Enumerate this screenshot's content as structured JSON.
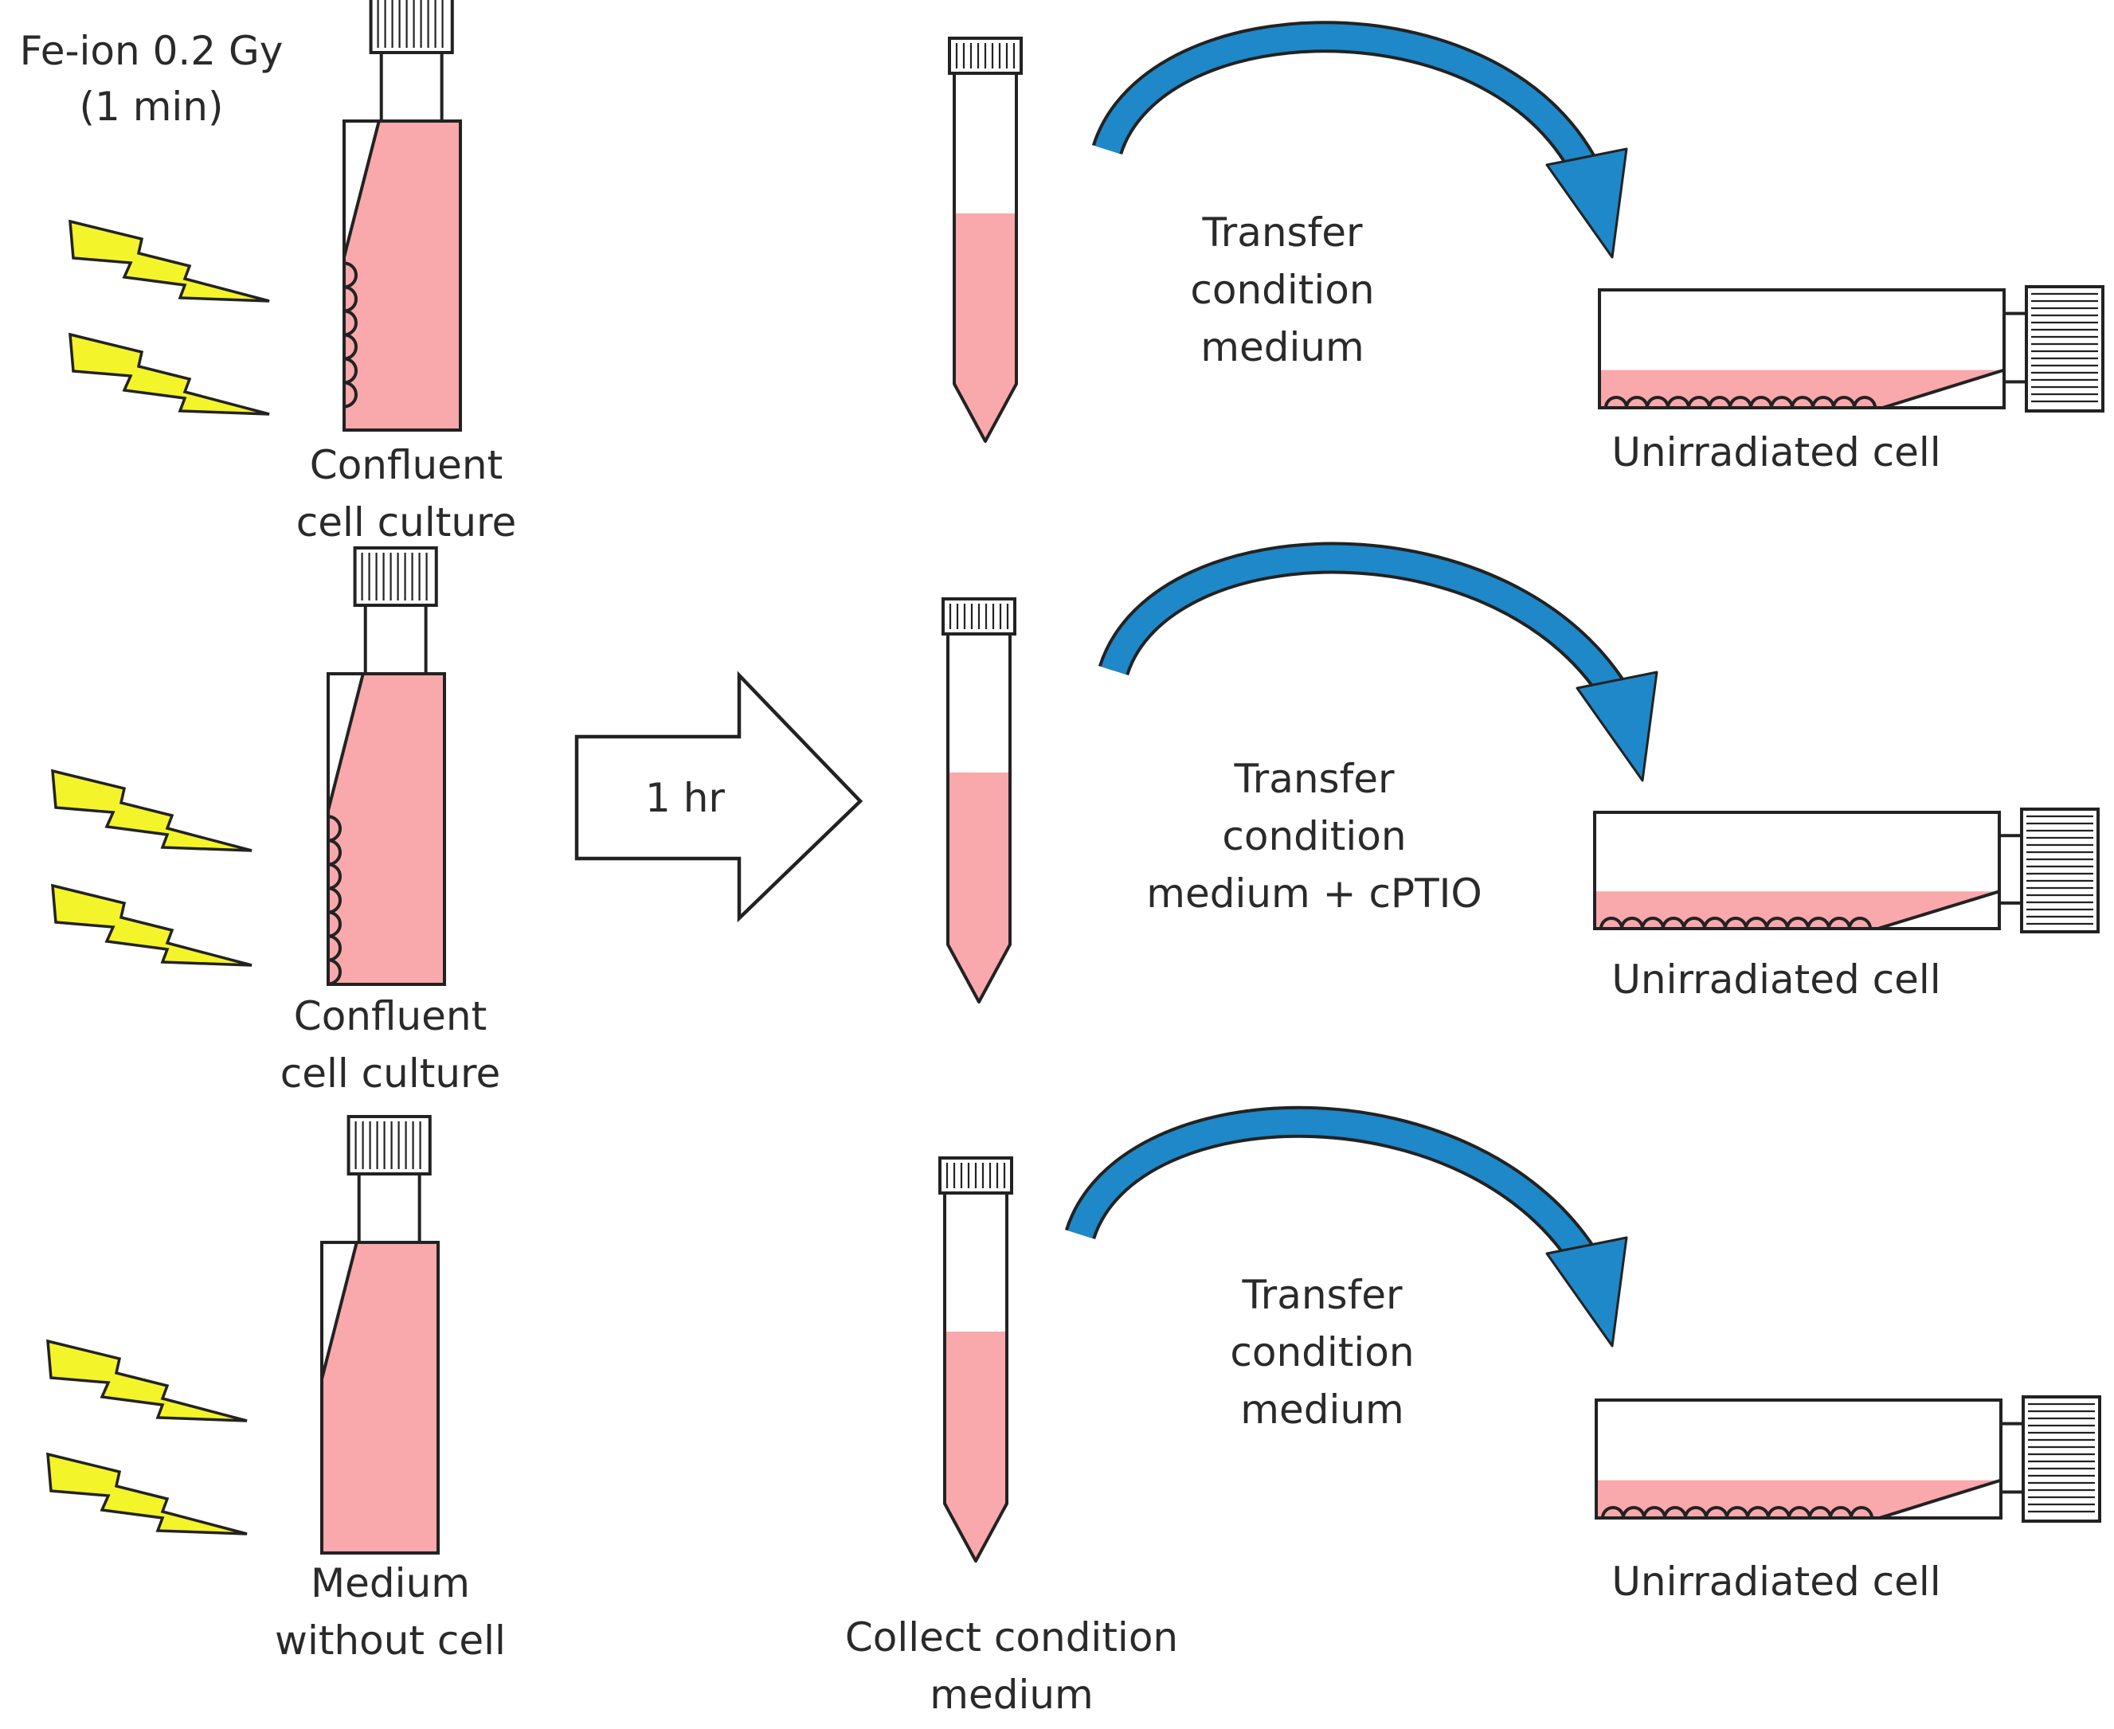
{
  "header": {
    "dose_line": "Fe-ion 0.2 Gy",
    "time_line": "(1 min)"
  },
  "rows": [
    {
      "source_label": "Confluent\ncell culture",
      "transfer_label": "Transfer\ncondition\nmedium",
      "target_label": "Unirradiated cell"
    },
    {
      "source_label": "Confluent\ncell culture",
      "transfer_label": "Transfer\ncondition\nmedium + cPTIO",
      "target_label": "Unirradiated cell"
    },
    {
      "source_label": "Medium\nwithout cell",
      "transfer_label": "Transfer\ncondition\nmedium",
      "target_label": "Unirradiated cell"
    }
  ],
  "incubation_arrow_label": "1 hr",
  "collect_label": "Collect condition\nmedium",
  "colors": {
    "medium": "#f9a8ab",
    "radiation_bolt": "#f4f42a",
    "transfer_arrow": "#1e88c8",
    "outline": "#222222"
  }
}
